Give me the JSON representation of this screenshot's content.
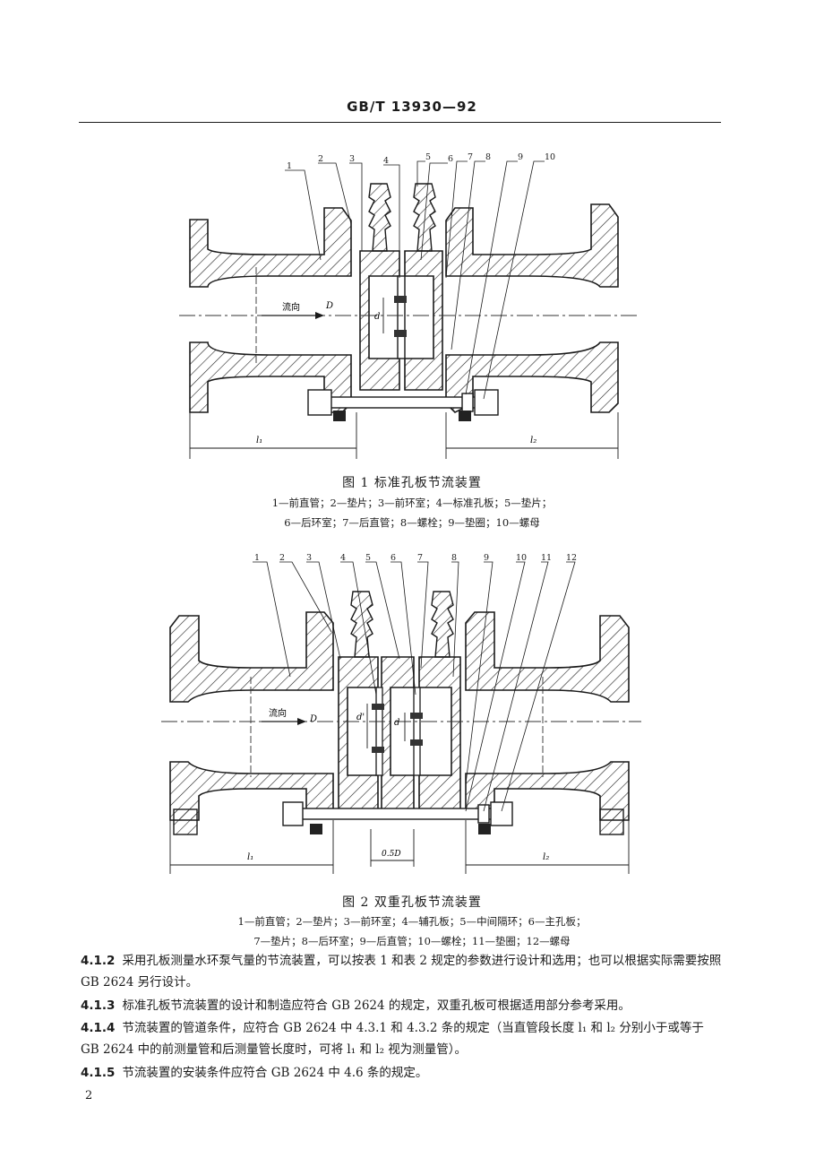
{
  "header": {
    "standard_no": "GB/T 13930—92"
  },
  "figure1": {
    "labels": [
      "1",
      "2",
      "3",
      "4",
      "5",
      "6",
      "7",
      "8",
      "9",
      "10"
    ],
    "flow_label": "流向",
    "dim_D": "D",
    "dim_d": "d",
    "dim_l1": "l₁",
    "dim_l2": "l₂",
    "caption": "图 1   标准孔板节流装置",
    "legend_line1": "1—前直管；2—垫片；3—前环室；4—标准孔板；5—垫片；",
    "legend_line2": "6—后环室；7—后直管；8—螺栓；9—垫圈；10—螺母"
  },
  "figure2": {
    "labels": [
      "1",
      "2",
      "3",
      "4",
      "5",
      "6",
      "7",
      "8",
      "9",
      "10",
      "11",
      "12"
    ],
    "flow_label": "流向",
    "dim_D": "D",
    "dim_dprime": "d'",
    "dim_d": "d",
    "dim_half_D": "0.5D",
    "dim_l1": "l₁",
    "dim_l2": "l₂",
    "caption": "图 2   双重孔板节流装置",
    "legend_line1": "1—前直管；2—垫片；3—前环室；4—辅孔板；5—中间隔环；6—主孔板；",
    "legend_line2": "7—垫片；8—后环室；9—后直管；10—螺栓；11—垫圈；12—螺母"
  },
  "paragraphs": [
    {
      "num": "4.1.2",
      "text": "采用孔板测量水环泵气量的节流装置，可以按表 1 和表 2 规定的参数进行设计和选用；也可以根据实际需要按照 GB 2624 另行设计。"
    },
    {
      "num": "4.1.3",
      "text": "标准孔板节流装置的设计和制造应符合 GB 2624 的规定，双重孔板可根据适用部分参考采用。"
    },
    {
      "num": "4.1.4",
      "text": "节流装置的管道条件，应符合 GB 2624 中 4.3.1 和 4.3.2 条的规定（当直管段长度 l₁ 和 l₂ 分别小于或等于 GB 2624 中的前测量管和后测量管长度时，可将 l₁ 和 l₂ 视为测量管）。"
    },
    {
      "num": "4.1.5",
      "text": "节流装置的安装条件应符合 GB 2624 中 4.6 条的规定。"
    }
  ],
  "page_number": "2"
}
